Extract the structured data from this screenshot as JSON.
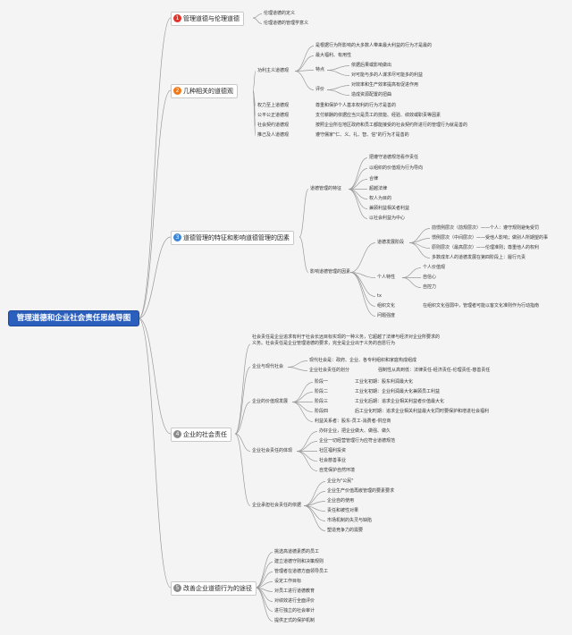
{
  "root": "管理道德和企业社会责任思维导图",
  "colors": {
    "n1": "#e0342a",
    "n2": "#f07a1a",
    "n3": "#3a86d8",
    "n4": "#8a8a8a",
    "n5": "#8a8a8a",
    "line": "#9a9a9a"
  },
  "b1": {
    "num": "1",
    "label": "管理道德与伦理道德",
    "items": [
      "伦理道德的定义",
      "伦理道德的管理学意义"
    ]
  },
  "b2": {
    "num": "2",
    "label": "几种相关的道德观",
    "util": {
      "label": "功利主义道德观",
      "def1": "是根据行为所影响的大多数人带来最大利益的行为才是最的",
      "def2": "最大福利、有用性",
      "feat": "特点",
      "f1": "依据后果或影响做出",
      "f2": "对可能与多的人谋求尽可能多的利益",
      "eval": "评价",
      "e1": "对效率和生产效率提高有促进作用",
      "e2": "造成资源配置的扭曲"
    },
    "r1l": "权力至上道德观",
    "r1r": "尊重和保护个人基本权利的行为才是善的",
    "r2l": "公平公正道德观",
    "r2r": "支付薪酬的依据应当只是员工的技能、经验、绩效或职责等因素",
    "r3l": "社会契约道德观",
    "r3r": "按照企业所在地区政府和员工都能接受的社会契约所进行的管理行为就是善的",
    "r4l": "推己及人道德观",
    "r4r": "遵守儒家\"仁、义、礼、智、信\"的行为才是善的"
  },
  "b3": {
    "num": "3",
    "label": "道德管理的特征和影响道德管理的因素",
    "feat": {
      "label": "道德管理的特征",
      "items": [
        "把遵守道德规范看作责任",
        "以组织的价值观为行为导向",
        "合律",
        "超越法律",
        "权人为目的",
        "兼顾利益相关者利益",
        "以社会利益为中心"
      ]
    },
    "fac": {
      "label": "影响道德管理的因素",
      "dev": "道德发展阶段",
      "d1": "前惯例层次（前规层次）——个人：遵守规则避免受罚",
      "d2": "惯例层次（中间层次）——受他人影响；做别人所期望的事",
      "d3": "原则层次（最高层次）——伦理准则；尊重他人的权利",
      "d4": "多数成年人的道德发展在第四阶段上：履行元责",
      "pers": "个人特性",
      "p1": "个人价值观",
      "p2": "自信心",
      "p3": "自控力",
      "tx": "tx",
      "cult": "组织文化",
      "cultd": "在组织文化强弱中，管理者可能以客文化准则作为行动指南",
      "issue": "问题强度"
    }
  },
  "b4": {
    "num": "4",
    "label": "企业的社会责任",
    "intro": "社会责任是企业追求有利于社会长远目标实现的一种义务，它超越了法律与经济对企业所要求的义务。社会责任是企业管理道德的要求，完全是企业出于义务的自愿行为",
    "mod": "企业与现代社会",
    "m1": "现代社会是：政府、企业、各专利组织和家庭构成组成",
    "m2": "企业社会责任的划分",
    "m2d": "强制性从高到低：法律责任-经济责任-伦理责任-慈善责任",
    "val": "企业的价值观发展",
    "s1": "阶段一",
    "s1d": "工业化初期：股东利润最大化",
    "s2": "阶段二",
    "s2d": "工业化初期：企业利润最大化兼顾员工利益",
    "s3": "阶段三",
    "s3d": "工业化后期：追求企业相关利益者价值最大化",
    "s4": "阶段四",
    "s4d": "后工业化时期：追求企业相关利益最大化同时要保护和增进社会福利",
    "stake": "利益关系者：股东-员工-消费者-供应商",
    "perf": "企业社会责任的体现",
    "pf": [
      "办好企业，把企业做大、做强、做久",
      "企业一切经营管理行为应符合道德规范",
      "社区福利投资",
      "社会慈善事业",
      "自觉保护自然环境"
    ],
    "basis": "企业承担社会责任的依据",
    "bs": [
      "企业为\"公民\"",
      "企业生产价值再嵌管理的要素要求",
      "企业自的使用",
      "责任和被性对果",
      "市场机制的失灵与缺陷",
      "塑造竞争力的需要"
    ]
  },
  "b5": {
    "num": "5",
    "label": "改善企业道德行为的途径",
    "items": [
      "挑选高道德素质的员工",
      "建立道德守则和决策规则",
      "管理者在道德方面领导员工",
      "设定工作目标",
      "对员工进行道德教育",
      "对绩效进行全面评价",
      "进行独立的社会审计",
      "提供正式的保护机制"
    ]
  }
}
